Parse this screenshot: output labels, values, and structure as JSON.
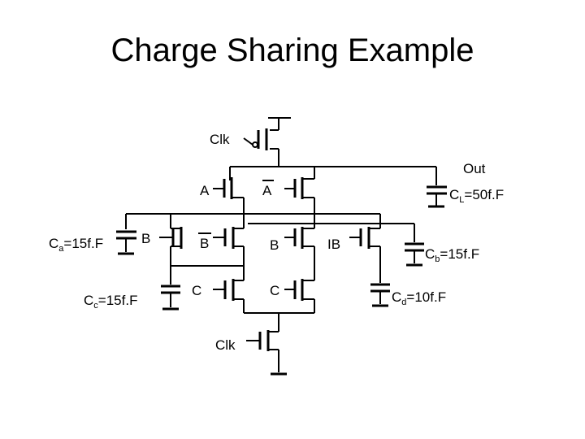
{
  "title": "Charge Sharing Example",
  "signals": {
    "clk_top": "Clk",
    "clk_bottom": "Clk",
    "a": "A",
    "a_bar": "A",
    "b_left": "B",
    "b_bar": "B",
    "b_right": "B",
    "c_left": "C",
    "c_right": "C",
    "ib": "IB",
    "out": "Out"
  },
  "capacitors": {
    "cl": {
      "prefix": "C",
      "sub": "L",
      "value": "=50f.F"
    },
    "ca": {
      "prefix": "C",
      "sub": "a",
      "value": "=15f.F"
    },
    "cb": {
      "prefix": "C",
      "sub": "b",
      "value": "=15f.F"
    },
    "cc": {
      "prefix": "C",
      "sub": "c",
      "value": "=15f.F"
    },
    "cd": {
      "prefix": "C",
      "sub": "d",
      "value": "=10f.F"
    }
  }
}
